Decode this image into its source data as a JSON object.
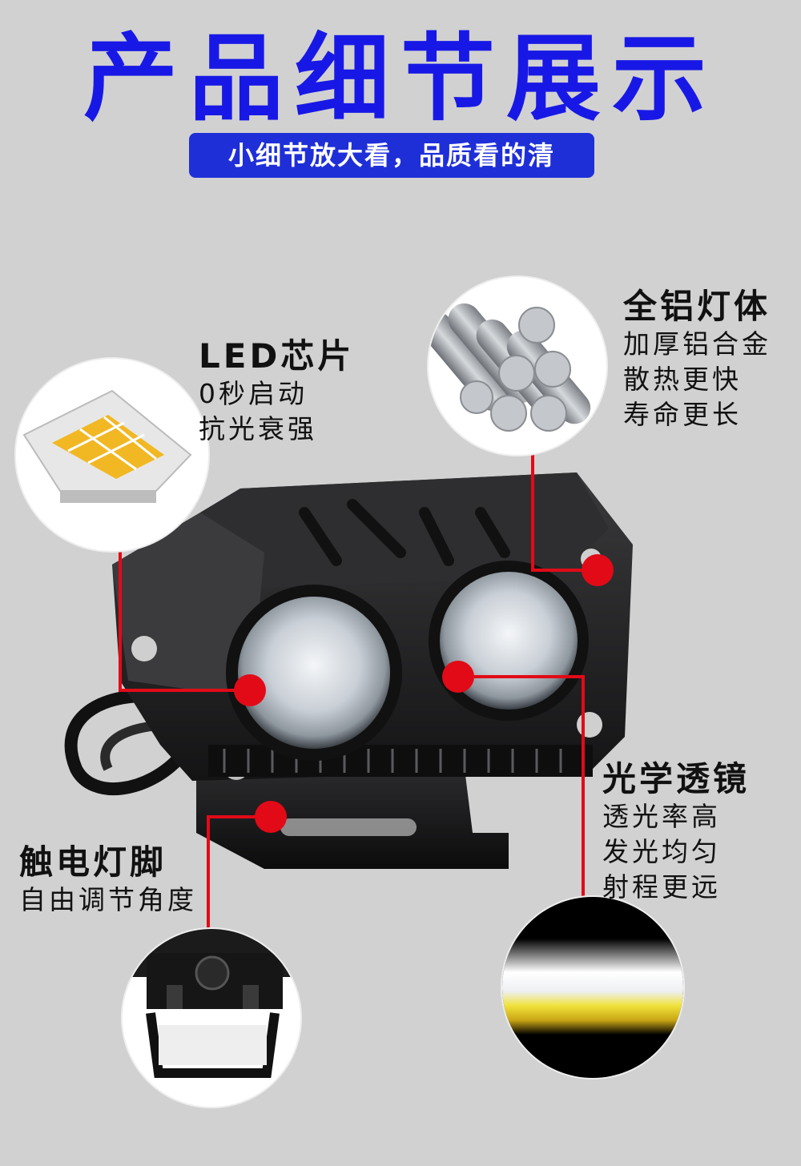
{
  "header": {
    "title": "产品细节展示",
    "subtitle": "小细节放大看，品质看的清"
  },
  "features": {
    "led": {
      "title": "LED芯片",
      "lines": [
        "0秒启动",
        "抗光衰强"
      ]
    },
    "body": {
      "title": "全铝灯体",
      "lines": [
        "加厚铝合金",
        "散热更快",
        "寿命更长"
      ]
    },
    "lens": {
      "title": "光学透镜",
      "lines": [
        "透光率高",
        "发光均匀",
        "射程更远"
      ]
    },
    "bracket": {
      "title": "触电灯脚",
      "lines": [
        "自由调节角度"
      ]
    }
  },
  "colors": {
    "title_blue": "#1818e6",
    "badge_blue": "#1f2fd8",
    "callout_red": "#e20a17",
    "background": "#d1d1d1"
  }
}
